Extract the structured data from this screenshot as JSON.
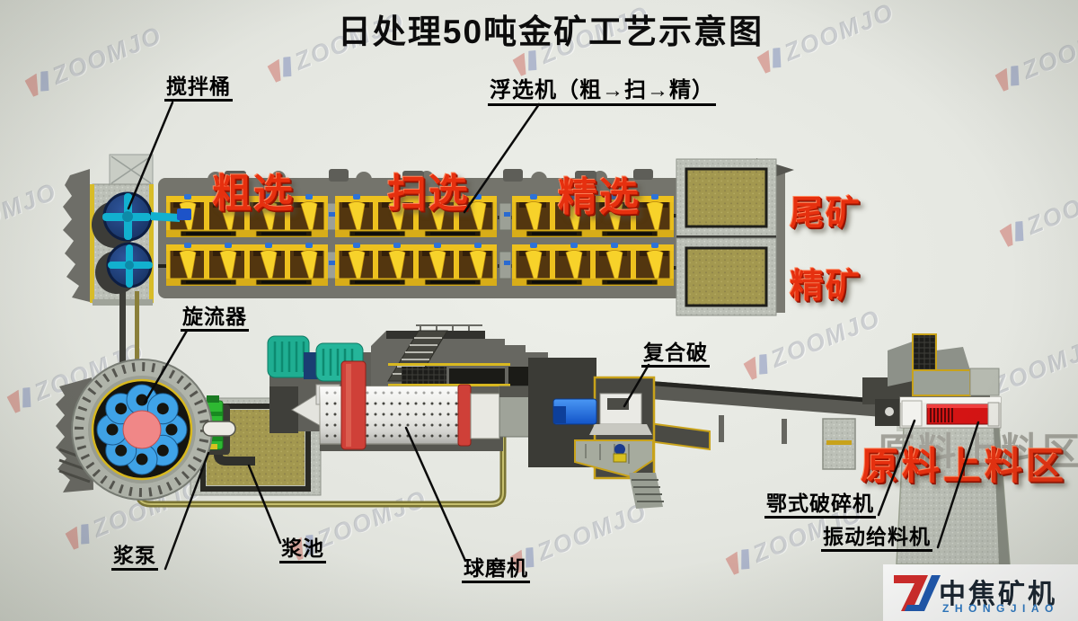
{
  "title": "日处理50吨金矿工艺示意图",
  "watermark": {
    "text": "ZOOMJO"
  },
  "labels": {
    "mixing_tank": "搅拌桶",
    "flotation_machine": "浮选机（粗→扫→精）",
    "cyclone": "旋流器",
    "compound_crusher": "复合破",
    "jaw_crusher": "鄂式破碎机",
    "vibrating_feeder": "振动给料机",
    "slurry_pump": "浆泵",
    "slurry_pool": "浆池",
    "ball_mill": "球磨机"
  },
  "stages": {
    "rougher": "粗选",
    "scavenger": "扫选",
    "cleaner": "精选"
  },
  "outputs": {
    "tailings": "尾矿",
    "concentrate": "精矿"
  },
  "areas": {
    "feed": "原料上料区"
  },
  "logo": {
    "cn": "中焦矿机",
    "en": "ZHONGJIAO"
  },
  "colors": {
    "stage_red": "#e6300f",
    "flotation_yellow": "#edc11e",
    "pool_sand": "#a3984f",
    "pump_green": "#2eb832",
    "feeder_red": "#d41414",
    "logo_red": "#d42828",
    "logo_blue": "#1b56b0"
  }
}
